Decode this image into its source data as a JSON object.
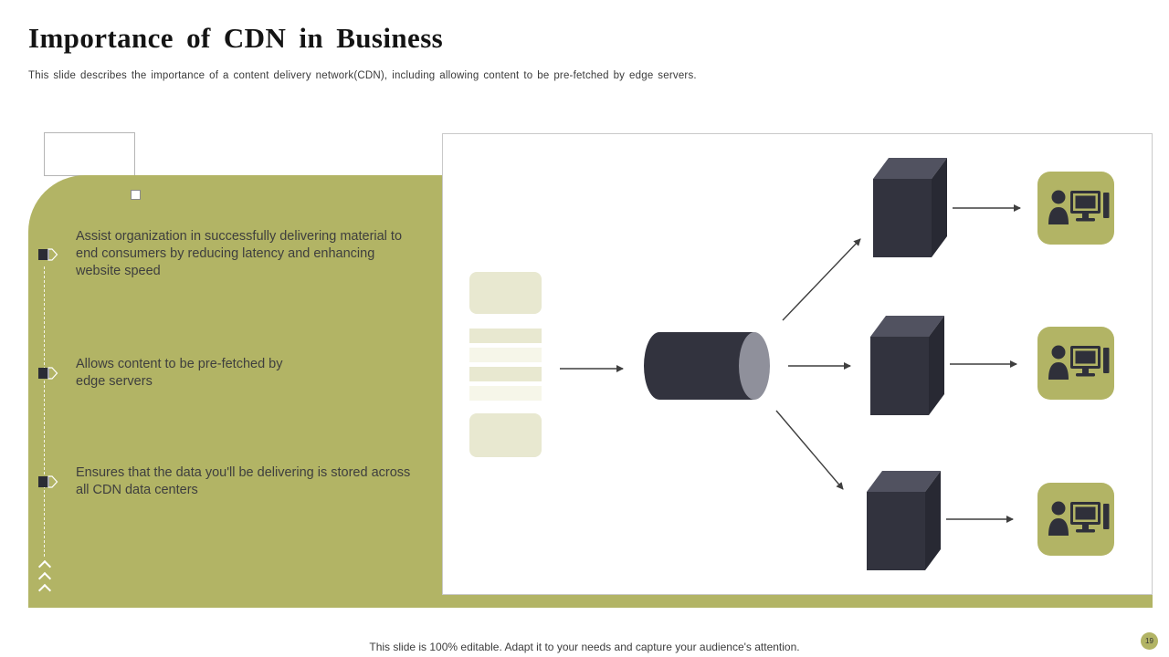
{
  "slide": {
    "title": "Importance of CDN in Business",
    "subtitle": "This slide describes the importance of a content delivery network(CDN), including allowing content to be pre-fetched by edge servers.",
    "bullets": [
      "Assist organization in successfully delivering material to end consumers by reducing latency and enhancing website speed",
      "Allows content to be pre-fetched by edge servers",
      "Ensures that the data you'll be delivering is stored across all CDN data centers"
    ],
    "footer_note": "This slide is 100% editable. Adapt it to your needs and capture your audience's attention.",
    "page_number": "19"
  },
  "diagram": {
    "nodes": [
      "origin-server-stack",
      "cdn-server-cylinder",
      "edge-server-box-top",
      "edge-server-box-middle",
      "edge-server-box-bottom",
      "end-user-workstation-icon-top",
      "end-user-workstation-icon-middle",
      "end-user-workstation-icon-bottom"
    ]
  },
  "colors": {
    "accent_olive": "#b2b465",
    "pale_olive": "#e8e8d0",
    "pale_cream": "#f6f6e9",
    "dark_shape": "#32333e",
    "dark_shape_top": "#515260",
    "dark_shape_side": "#282933",
    "cylinder_cap": "#8f909b",
    "text_dark": "#3e3e3e"
  }
}
